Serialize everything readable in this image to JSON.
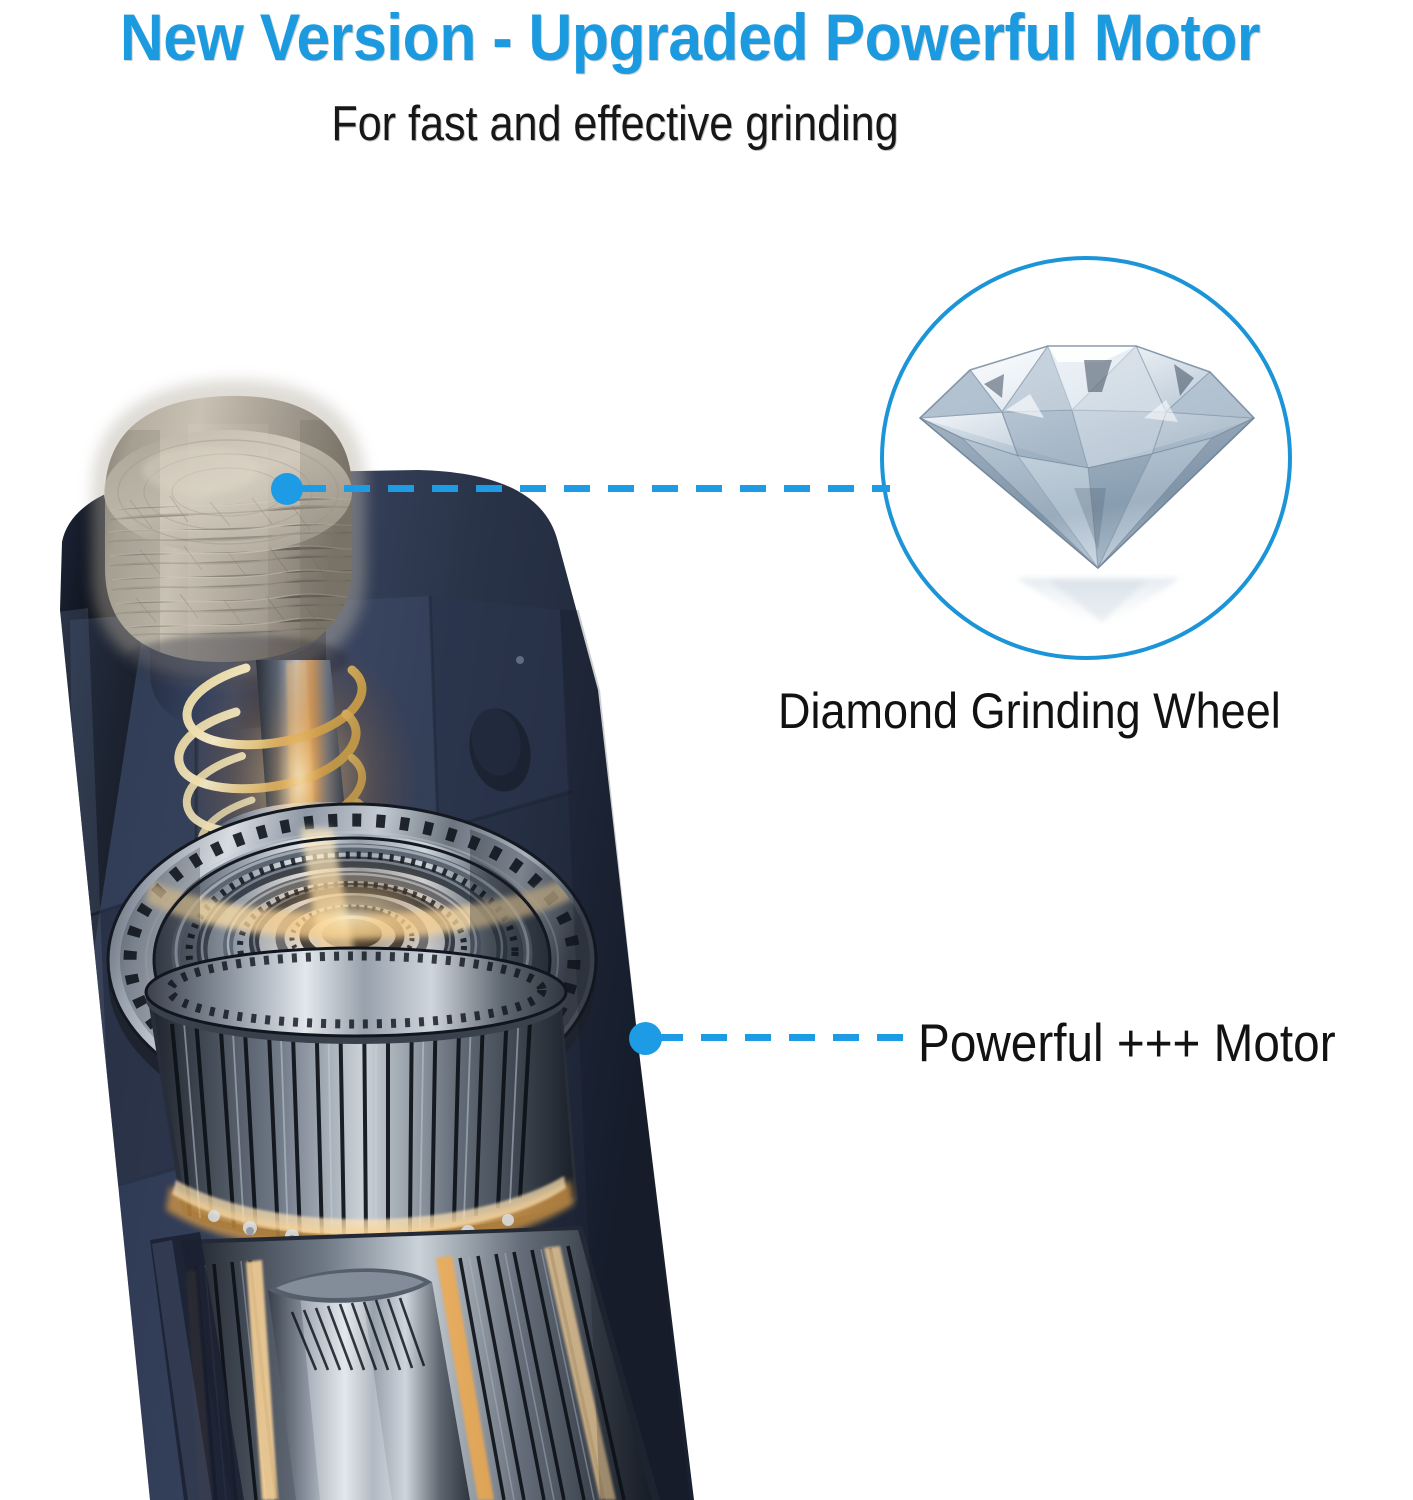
{
  "headline": {
    "text": "New Version - Upgraded Powerful Motor",
    "color": "#1C9AE0"
  },
  "subheadline": {
    "text": "For fast and effective grinding",
    "color": "#171717"
  },
  "callouts": [
    {
      "id": "diamond-grinding-wheel",
      "label": "Diamond Grinding Wheel",
      "dot_color": "#1E9BE5",
      "line_style": "dashed",
      "line_color": "#1E9BE5"
    },
    {
      "id": "powerful-motor",
      "label": "Powerful +++ Motor",
      "dot_color": "#1E9BE5",
      "line_style": "dashed",
      "line_color": "#1E9BE5"
    }
  ],
  "diamond_callout": {
    "circle_border_color": "#1B95D8",
    "subject": "cut-diamond-gemstone",
    "has_reflection": true
  },
  "product": {
    "subject": "pet-nail-grinder-cutaway",
    "body_color": "#242F47",
    "grinding_wheel_color": "#A9A195",
    "motor_glow_color": "#E8A43C",
    "metal_color": "#8B95A3"
  },
  "background_color": "#FFFFFF"
}
